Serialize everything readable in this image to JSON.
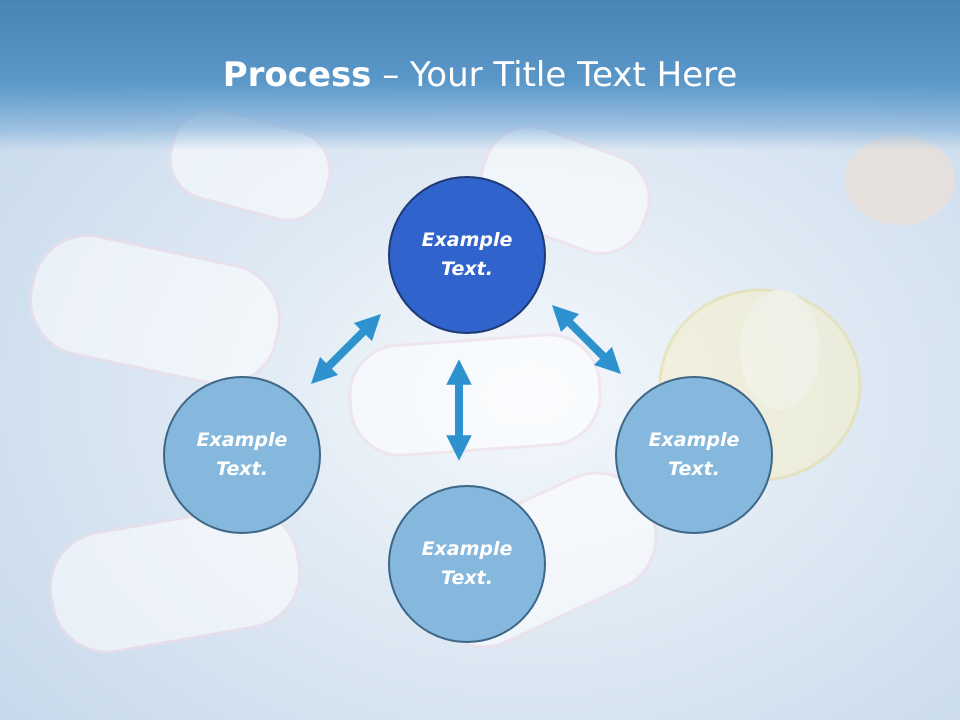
{
  "slide": {
    "title_bold": "Process",
    "title_rest": " – Your Title Text Here"
  },
  "diagram": {
    "nodes": [
      {
        "id": "top",
        "text": "Example\nText."
      },
      {
        "id": "left",
        "text": "Example\nText."
      },
      {
        "id": "bottom",
        "text": "Example\nText."
      },
      {
        "id": "right",
        "text": "Example\nText."
      }
    ]
  },
  "colors": {
    "header": "#4a84b5",
    "highlight_node": "#3163cc",
    "node": "#85b8dc",
    "arrow": "#2e92cf"
  }
}
